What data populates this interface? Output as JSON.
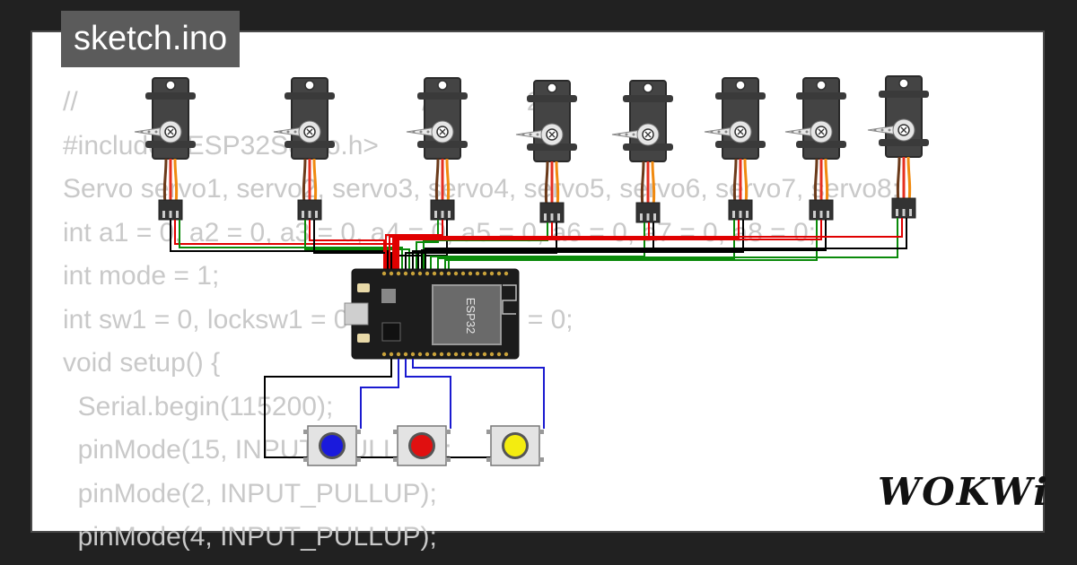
{
  "title_tag": "sketch.ino",
  "code_lines": [
    "//                                              /1           2",
    "#include <ESP32Servo.h>",
    "Servo servo1, servo2, servo3, servo4, servo5, servo6, servo7, servo8;",
    "int a1 = 0, a2 = 0, a3 = 0, a4 = 0, a5 = 0, a6 = 0, a7 = 0, a8 = 0;",
    "int mode = 1;",
    "int sw1 = 0, locksw1 = 0, sw2 = 0, sw3 = 0;",
    "void setup() {",
    "  Serial.begin(115200);",
    "  pinMode(15, INPUT_PULLUP);",
    "  pinMode(2, INPUT_PULLUP);",
    "  pinMode(4, INPUT_PULLUP);"
  ],
  "board": {
    "chip_label": "ESP32"
  },
  "buttons": [
    {
      "name": "blue-pushbutton",
      "color": "#1a1adc"
    },
    {
      "name": "red-pushbutton",
      "color": "#e01010"
    },
    {
      "name": "yellow-pushbutton",
      "color": "#f3ec10"
    }
  ],
  "servo_count": 8,
  "wire_colors": {
    "signal": "#0a8a0a",
    "power": "#e00000",
    "ground": "#000000",
    "button": "#1a1ad0"
  },
  "logo": "WOKWi"
}
